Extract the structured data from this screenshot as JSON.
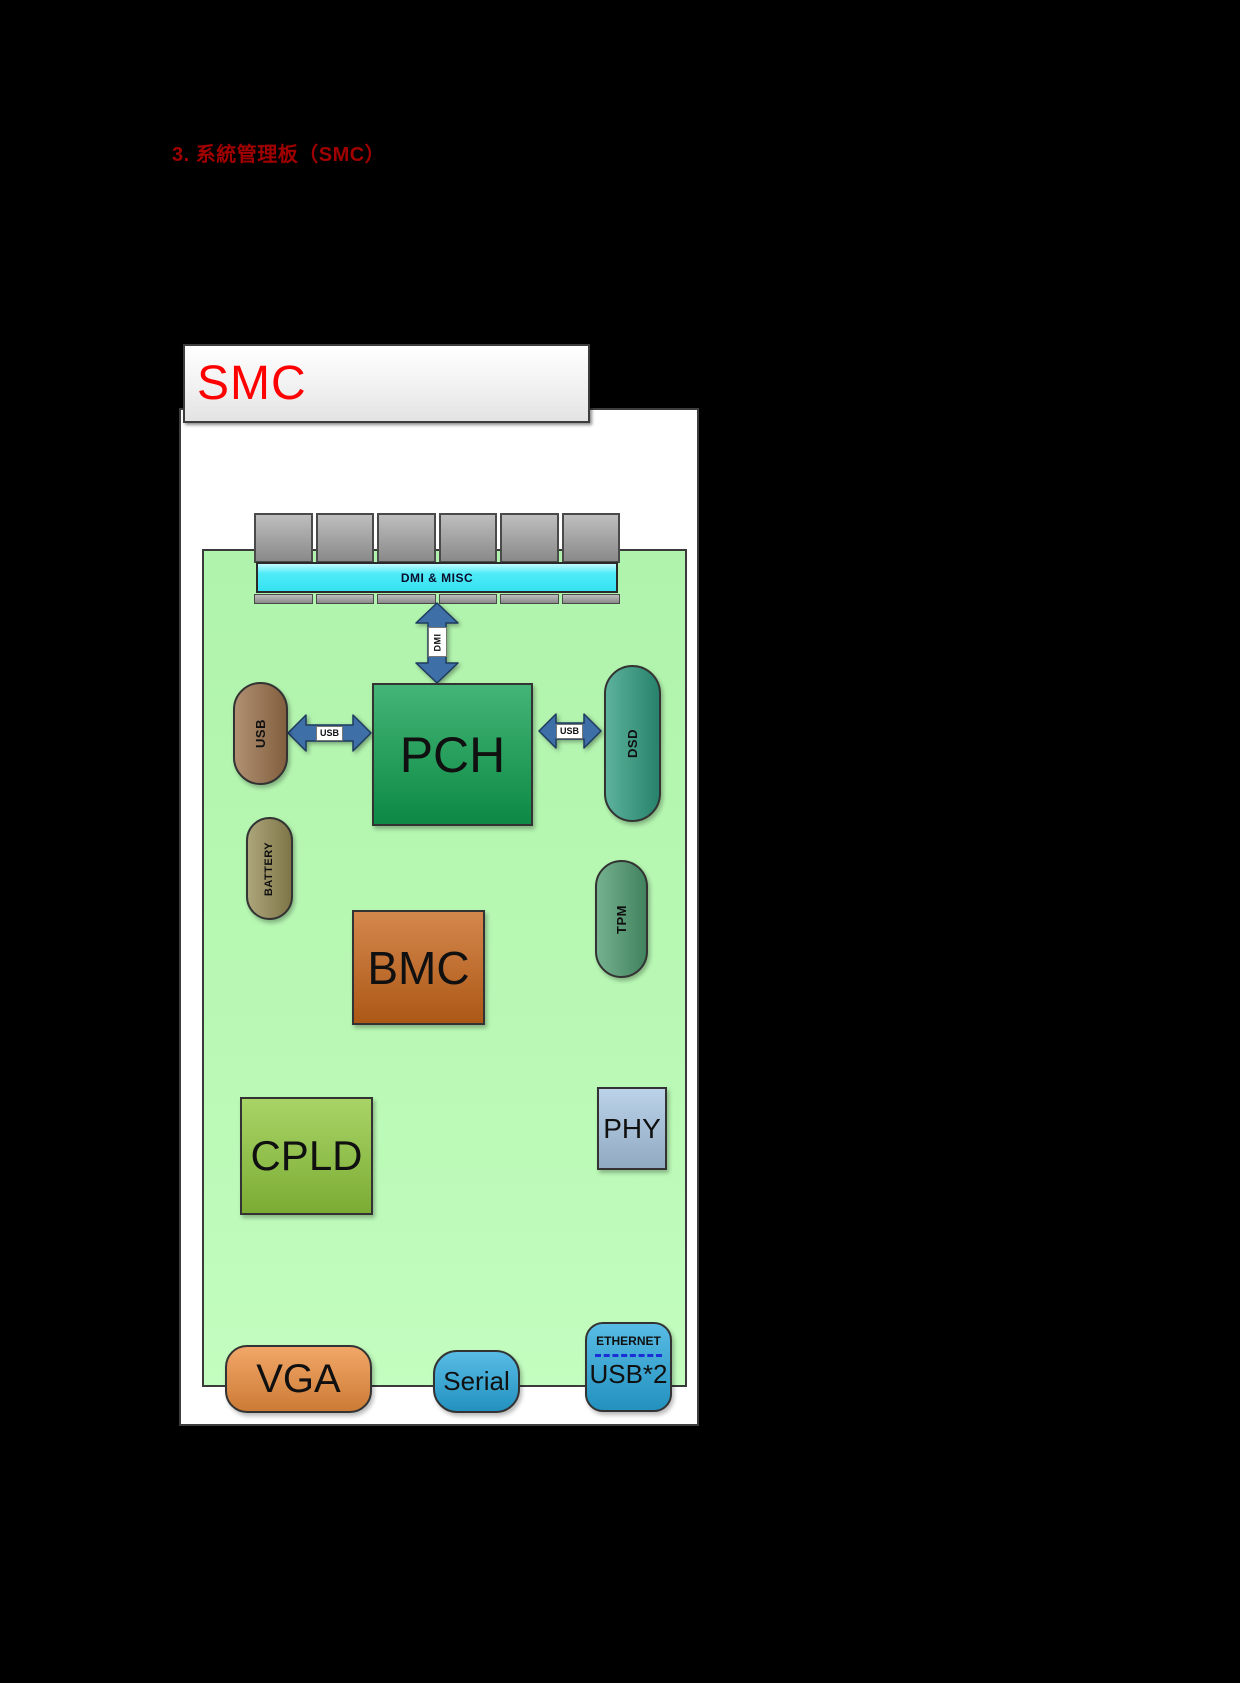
{
  "page": {
    "heading": "3. 系統管理板（SMC）"
  },
  "diagram": {
    "title": "SMC",
    "connector_label": "DMI & MISC",
    "connector_segment_count": 6,
    "arrows": {
      "dmi": "DMI",
      "usb_left": "USB",
      "usb_right": "USB"
    },
    "chips": {
      "pch": "PCH",
      "usb": "USB",
      "dsd": "DSD",
      "battery": "BATTERY",
      "tpm": "TPM",
      "bmc": "BMC",
      "cpld": "CPLD",
      "phy": "PHY",
      "vga": "VGA",
      "serial": "Serial",
      "ethernet": "ETHERNET",
      "usb2": "USB*2"
    },
    "colors": {
      "heading-red": "#a00000",
      "smc-red": "#ff0000",
      "board-green": "#b6f7b2",
      "pch-green": "#0fa050",
      "bmc-orange": "#c8661a",
      "cpld-green": "#90c83c",
      "phy-blue": "#a8c6e2",
      "usb-brown": "#9a714a",
      "battery-olive": "#968c55",
      "dsd-teal": "#2f9c80",
      "tpm-green": "#4e9b70",
      "vga-orange": "#ee8f3e",
      "serial-blue": "#29a9de",
      "ethernet-blue": "#29a9de",
      "connector-gray": "#a8a8a8",
      "dmi-cyan": "#3be8f5",
      "arrow-blue": "#3e6fa6"
    }
  }
}
